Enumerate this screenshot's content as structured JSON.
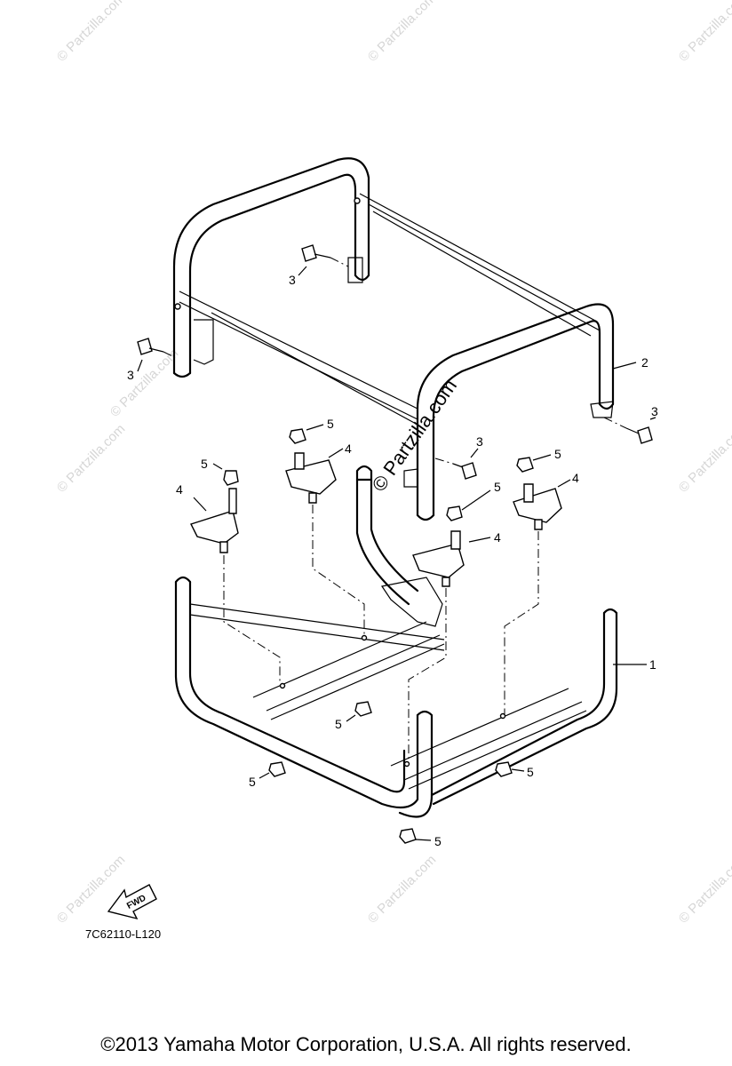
{
  "watermark": {
    "text": "© Partzilla.com",
    "main_text": "© Partzilla.com"
  },
  "callouts": [
    {
      "id": "callout-1",
      "number": "1"
    },
    {
      "id": "callout-2",
      "number": "2"
    },
    {
      "id": "callout-3a",
      "number": "3"
    },
    {
      "id": "callout-3b",
      "number": "3"
    },
    {
      "id": "callout-3c",
      "number": "3"
    },
    {
      "id": "callout-3d",
      "number": "3"
    },
    {
      "id": "callout-4a",
      "number": "4"
    },
    {
      "id": "callout-4b",
      "number": "4"
    },
    {
      "id": "callout-4c",
      "number": "4"
    },
    {
      "id": "callout-4d",
      "number": "4"
    },
    {
      "id": "callout-5a",
      "number": "5"
    },
    {
      "id": "callout-5b",
      "number": "5"
    },
    {
      "id": "callout-5c",
      "number": "5"
    },
    {
      "id": "callout-5d",
      "number": "5"
    },
    {
      "id": "callout-5e",
      "number": "5"
    },
    {
      "id": "callout-5f",
      "number": "5"
    },
    {
      "id": "callout-5g",
      "number": "5"
    },
    {
      "id": "callout-5h",
      "number": "5"
    }
  ],
  "fwd_arrow": {
    "label": "FWD"
  },
  "diagram_code": "7C62110-L120",
  "copyright": "©2013  Yamaha Motor Corporation, U.S.A. All rights reserved."
}
